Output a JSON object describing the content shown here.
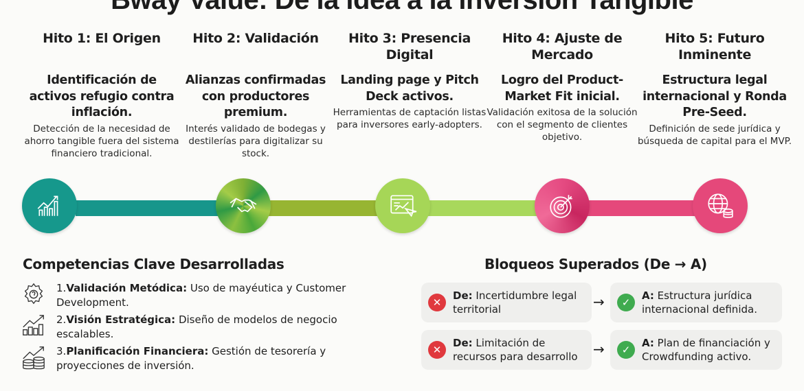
{
  "title": "Bway Value: De la idea a la inversión Tangible",
  "milestones": [
    {
      "title": "Hito 1: El Origen",
      "headline": "Identificación de activos refugio contra inflación.",
      "description": "Detección de la necesidad de ahorro tangible fuera del sistema financiero tradicional.",
      "icon": "growth-chart-icon",
      "color": "#16988c"
    },
    {
      "title": "Hito 2: Validación",
      "headline": "Alianzas confirmadas con productores premium.",
      "description": "Interés validado de bodegas y destilerías para digitalizar su stock.",
      "icon": "handshake-icon",
      "color": "#8db52c"
    },
    {
      "title": "Hito 3: Presencia Digital",
      "headline": "Landing page y Pitch Deck activos.",
      "description": "Herramientas de captación listas para inversores early-adopters.",
      "icon": "web-analytics-icon",
      "color": "#a6d657"
    },
    {
      "title": "Hito 4: Ajuste de Mercado",
      "headline": "Logro del Product-Market Fit inicial.",
      "description": "Validación exitosa de la solución con el segmento de clientes objetivo.",
      "icon": "target-icon",
      "color": "#e54b82"
    },
    {
      "title": "Hito 5: Futuro Inminente",
      "headline": "Estructura legal internacional y Ronda Pre-Seed.",
      "description": "Definición de sede jurídica y búsqueda de capital para el MVP.",
      "icon": "globe-coins-icon",
      "color": "#e5487a"
    }
  ],
  "competencias": {
    "title": "Competencias Clave Desarrolladas",
    "items": [
      {
        "num": "1.",
        "label": "Validación Metódica:",
        "text": " Uso de mayéutica y Customer Development.",
        "icon": "gear-question-icon"
      },
      {
        "num": "2.",
        "label": "Visión Estratégica:",
        "text": " Diseño de modelos de negocio escalables.",
        "icon": "bar-chart-growth-icon"
      },
      {
        "num": "3.",
        "label": "Planificación Financiera:",
        "text": " Gestión de tesorería y proyecciones de inversión.",
        "icon": "coins-growth-icon"
      }
    ]
  },
  "bloqueos": {
    "title": "Bloqueos Superados (De → A)",
    "rows": [
      {
        "from_label": "De:",
        "from": " Incertidumbre legal territorial",
        "to_label": "A:",
        "to": " Estructura jurídica internacional definida."
      },
      {
        "from_label": "De:",
        "from": " Limitación de recursos para desarrollo",
        "to_label": "A:",
        "to": " Plan de financiación y Crowdfunding activo."
      }
    ],
    "arrow": "→",
    "error_color": "#e0393e",
    "success_color": "#3fab4f"
  }
}
